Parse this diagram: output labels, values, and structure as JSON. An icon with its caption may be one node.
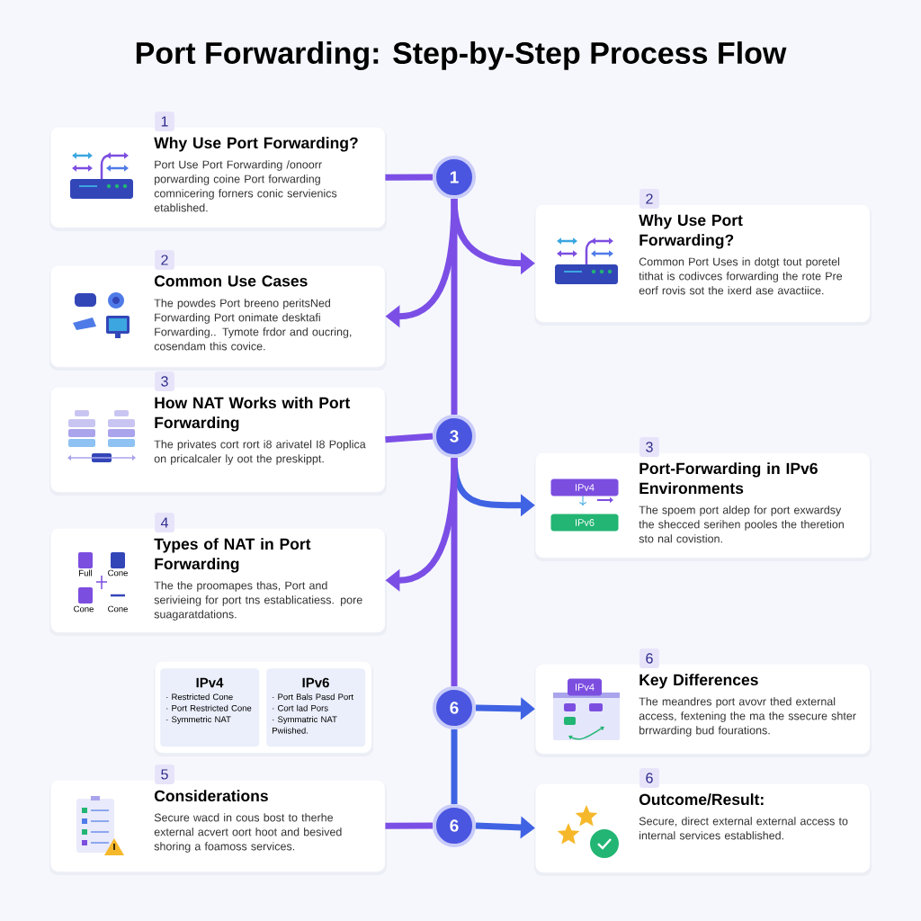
{
  "diagram": {
    "title": "Port Forwarding: Step-by-Step Process Flow",
    "nodes": [
      {
        "text": [
          "1",
          "Why Use Port Forwarding?",
          "Port Use Port Forwarding /onoorr porwarding coine Port forwarding comnicering forners conic servienics etablished."
        ]
      },
      {
        "text": [
          "2",
          "Common Use Cases",
          "The powdes Port breeno peritsNed Forwarding Port onimate desktafi Forwarding.. Tymote frdor and oucring, cosendam this covice."
        ]
      },
      {
        "text": [
          "3",
          "How NAT Works with Port Forwarding",
          "The privates cort rort i8 arivatel I8 Poplica on pricalcaler ly oot the preskippt."
        ]
      },
      {
        "text": [
          "4",
          "Types of NAT in Port Forwarding",
          "The the proomapes thas, Port and serivieing for port tns establicatiess. pore suagaratdations.",
          "Full",
          "Cone",
          "Cone",
          "Cone"
        ]
      },
      {
        "text": [],
        "shape": "box"
      },
      {
        "text": [
          "IPv4",
          "· Restricted Cone",
          "· Port Restricted Cone",
          "· Symmetric NAT"
        ],
        "in": 4
      },
      {
        "text": [
          "IPv6",
          "· Port Bals Pasd Port",
          "· Cort lad Pors",
          "· Symmatric NAT Pwiished."
        ],
        "in": 4
      },
      {
        "text": [
          "5",
          "Considerations",
          "Secure wacd in cous bost to therhe external acvert oort hoot and besived shoring a foamoss services."
        ]
      },
      {
        "text": [
          "2",
          "Why Use Port Forwarding?",
          "Common Port Uses in dotgt tout poretel tithat is codivces forwarding the rote Pre eorf rovis sot the ixerd ase avactiice."
        ]
      },
      {
        "text": [
          "3",
          "Port-Forwarding in IPv6 Environments",
          "The spoem port aldep for port exwardsy the shecced serihen pooles the theretion sto nal covistion.",
          "IPv4",
          "IPv6"
        ]
      },
      {
        "text": [
          "6",
          "Key Differences",
          "The meandres port avovr thed external access, fextening the ma the ssecure shter brrwarding bud fourations.",
          "IPv4"
        ]
      },
      {
        "text": [
          "6",
          "Outcome/Result:",
          "Secure, direct external external access to internal services established."
        ]
      },
      {
        "text": [
          "1"
        ]
      },
      {
        "text": [
          "3"
        ]
      },
      {
        "text": [
          "6"
        ]
      },
      {
        "text": [
          "6"
        ]
      }
    ],
    "edges": [
      {
        "from": 0,
        "to": 12,
        "arrow": "none"
      },
      {
        "from": 12,
        "to": 8,
        "arrow": "to"
      },
      {
        "from": 12,
        "to": 1,
        "arrow": "to"
      },
      {
        "from": 12,
        "to": 13,
        "arrow": "none"
      },
      {
        "from": 2,
        "to": 13,
        "arrow": "none"
      },
      {
        "from": 13,
        "to": 9,
        "arrow": "to",
        "color": "#3f63e3"
      },
      {
        "from": 13,
        "to": 3,
        "arrow": "to"
      },
      {
        "from": 13,
        "to": 14,
        "arrow": "none"
      },
      {
        "from": 14,
        "to": 10,
        "arrow": "to",
        "color": "#3f63e3"
      },
      {
        "from": 14,
        "to": 15,
        "arrow": "none",
        "color": "#3f63e3"
      },
      {
        "from": 7,
        "to": 15,
        "arrow": "none"
      },
      {
        "from": 15,
        "to": 11,
        "arrow": "to",
        "color": "#3f63e3"
      }
    ]
  }
}
